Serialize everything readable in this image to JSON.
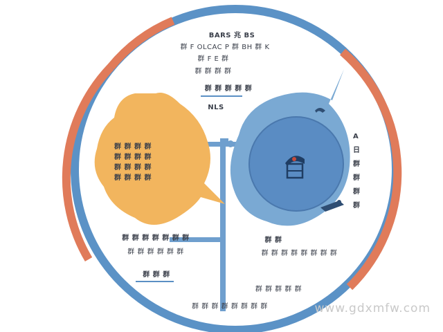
{
  "colors": {
    "ring_orange": "#e07b5a",
    "ring_blue": "#5b92c6",
    "yellow_bubble": "#f2b55e",
    "blue_bubble": "#7aa9d3",
    "inner_circle": "#5a8cc3",
    "connector": "#6f9fce",
    "accent_line": "#5a8fc4",
    "text": "#3a3f4a"
  },
  "icons": {
    "center": "flag-on-base-icon",
    "small_bird": "bird-icon",
    "small_gear": "small-gear-icon"
  },
  "labels": {
    "top_title": "BARS 兆 BS",
    "top_line_1": "群 F OLCAC P 群 BH 群 K",
    "top_line_2": "群 F E 群",
    "top_line_3": "群 群 群 群",
    "top_tag_1": "群 群 群 群 群",
    "top_tag_2": "NLS",
    "yellow_block": "群 群 群 群\n群 群 群 群\n群 群 群 群\n群 群 群 群",
    "right_column": "A\n日\n群\n群\n群\n群",
    "left_mid_1": "群 群 群 群 群 群 群",
    "left_mid_2": "群 群 群 群 群 群",
    "left_tag": "群 群 群",
    "right_mid_1": "群 群",
    "right_mid_2": "群 群 群 群 群 群 群 群",
    "bottom_line_1": "群 群 群 群 群",
    "bottom_line_2": "群 群 群 群 群 群 群 群",
    "watermark": "www.gdxmfw.com"
  }
}
